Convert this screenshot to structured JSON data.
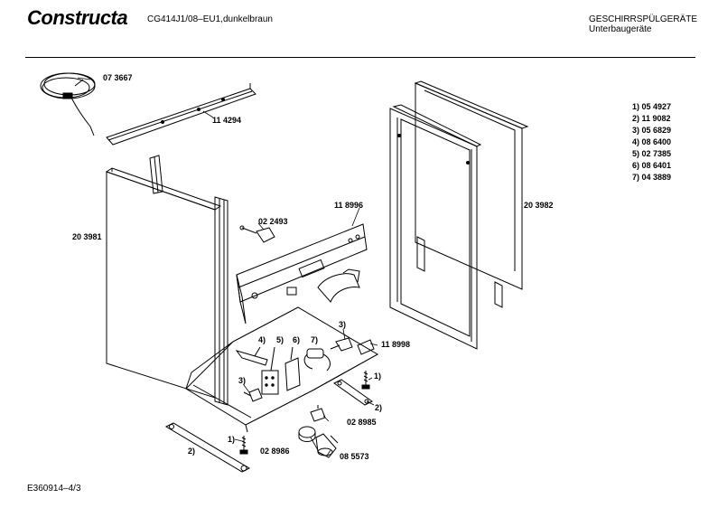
{
  "header": {
    "brand": "Constructa",
    "model": "CG414J1/08–EU1,dunkelbraun",
    "category": "GESCHIRRSPÜLGERÄTE",
    "subcategory": "Unterbaugeräte"
  },
  "footer": {
    "code": "E360914–4/3"
  },
  "legend": [
    {
      "key": "1)",
      "part": "05 4927"
    },
    {
      "key": "2)",
      "part": "11 9082"
    },
    {
      "key": "3)",
      "part": "05 6829"
    },
    {
      "key": "4)",
      "part": "08 6400"
    },
    {
      "key": "5)",
      "part": "02 7385"
    },
    {
      "key": "6)",
      "part": "08 6401"
    },
    {
      "key": "7)",
      "part": "04 3889"
    }
  ],
  "callouts": {
    "cable": "07 3667",
    "top_rail": "11 4294",
    "left_panel": "20 3981",
    "right_panel": "20 3982",
    "control_bar": "11 8996",
    "clip": "02 2493",
    "plug": "11 8998",
    "valve": "02 8985",
    "float": "02 8986",
    "sensor": "08 5573",
    "r1a": "1)",
    "r1b": "1)",
    "r2a": "2)",
    "r2b": "2)",
    "r3a": "3)",
    "r3b": "3)",
    "r4": "4)",
    "r5": "5)",
    "r6": "6)",
    "r7": "7)"
  }
}
